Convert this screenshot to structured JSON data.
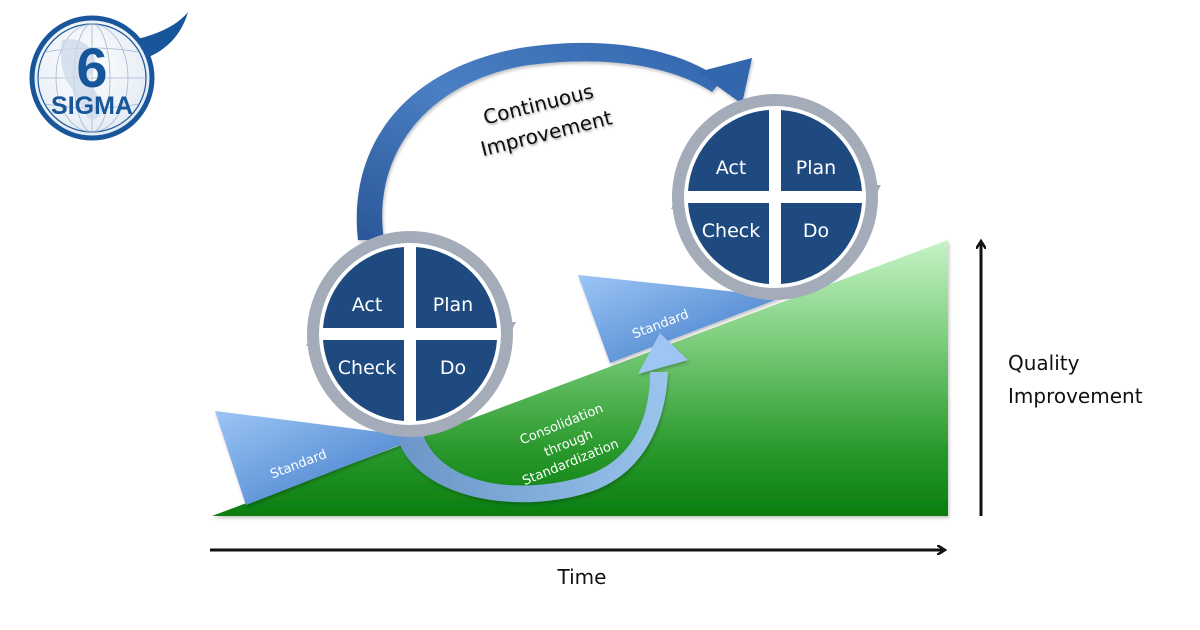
{
  "logo": {
    "number": "6",
    "word": "SIGMA",
    "colors": {
      "primary": "#17569a",
      "globe": "#dbe6f1"
    }
  },
  "colors": {
    "pdca_fill": "#1f4a7f",
    "pdca_ring": "#a3aab8",
    "standard_wedge_light": "#8db8ef",
    "standard_wedge_dark": "#3f7ccc",
    "ramp_top": "#c4f2c4",
    "ramp_bottom": "#0b7f10",
    "arrow_dark": "#2e5fa3",
    "arrow_light": "#9cc3f2",
    "axis": "#111111"
  },
  "cycles": [
    {
      "id": "cycle-1",
      "quadrants": {
        "top_left": "Act",
        "top_right": "Plan",
        "bottom_left": "Check",
        "bottom_right": "Do"
      }
    },
    {
      "id": "cycle-2",
      "quadrants": {
        "top_left": "Act",
        "top_right": "Plan",
        "bottom_left": "Check",
        "bottom_right": "Do"
      }
    }
  ],
  "labels": {
    "continuous_improvement": [
      "Continuous",
      "Improvement"
    ],
    "consolidation": [
      "Consolidation",
      "through",
      "Standardization"
    ],
    "standard_1": "Standard",
    "standard_2": "Standard",
    "x_axis": "Time",
    "y_axis": [
      "Quality",
      "Improvement"
    ]
  }
}
